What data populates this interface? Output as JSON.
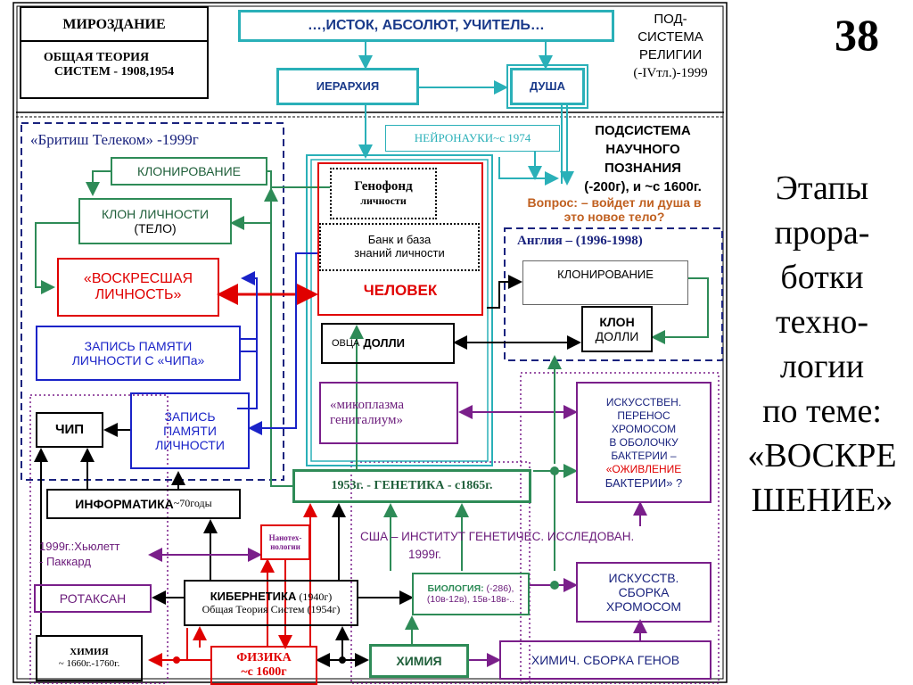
{
  "page_number": "38",
  "title_lines": [
    "Этапы",
    "прора-",
    "ботки",
    "техно-",
    "логии",
    "по теме:",
    "«ВОСКРЕ",
    "ШЕНИЕ»"
  ],
  "header": {
    "mirozdanie": "МИРОЗДАНИЕ",
    "general_theory_1": "ОБЩАЯ ТЕОРИЯ",
    "general_theory_2": "СИСТЕМ - 1908,1954",
    "source": "…,ИСТОК, АБСОЛЮТ, УЧИТЕЛЬ…",
    "hierarchy": "ИЕРАРХИЯ",
    "soul": "ДУША",
    "religion_1": "ПОД-",
    "religion_2": "СИСТЕМА",
    "religion_3": "РЕЛИГИИ",
    "religion_4": "(-IVтл.)-1999"
  },
  "science": {
    "neuro": "НЕЙРОНАУКИ~с 1974",
    "sub_1": "ПОДСИСТЕМА",
    "sub_2": "НАУЧНОГО",
    "sub_3": "ПОЗНАНИЯ",
    "sub_4": "(-200г), и ~с 1600г.",
    "question_1": "Вопрос: – войдет ли душа в",
    "question_2": "это новое тело?"
  },
  "british": {
    "title": "«Бритиш Телеком» -1999г",
    "cloning": "КЛОНИРОВАНИЕ",
    "clone_1": "КЛОН ЛИЧНОСТИ",
    "clone_2": "(ТЕЛО)",
    "resurrected_1": "«ВОСКРЕСШАЯ",
    "resurrected_2": "ЛИЧНОСТЬ»",
    "memory_1": "ЗАПИСЬ ПАМЯТИ",
    "memory_2": "ЛИЧНОСТИ С «ЧИПа»"
  },
  "center": {
    "genofond_1": "Генофонд",
    "genofond_2": "личности",
    "bank_1": "Банк и база",
    "bank_2": "знаний личности",
    "human": "ЧЕЛОВЕК",
    "dolly_sheep_prefix": "ОВЦА",
    "dolly_sheep_name": "ДОЛЛИ",
    "mycoplasma_1": "«микоплазма",
    "mycoplasma_2": "гениталиум»"
  },
  "england": {
    "title": "Англия – (1996-1998)",
    "cloning": "КЛОНИРОВАНИЕ",
    "clone_1": "КЛОН",
    "clone_2": "ДОЛЛИ"
  },
  "artificial": {
    "transfer_lines": [
      "ИСКУССТВЕН.",
      "ПЕРЕНОС",
      "ХРОМОСОМ",
      "В ОБОЛОЧКУ",
      "БАКТЕРИИ –",
      "«ОЖИВЛЕНИЕ",
      "БАКТЕРИИ» ?"
    ],
    "assembly_lines": [
      "ИСКУССТВ.",
      "СБОРКА",
      "ХРОМОСОМ"
    ],
    "chem_genes": "ХИМИЧ. СБОРКА ГЕНОВ"
  },
  "left": {
    "chip": "ЧИП",
    "memory_lines": [
      "ЗАПИСЬ",
      "ПАМЯТИ",
      "ЛИЧНОСТИ"
    ],
    "informatics": "ИНФОРМАТИКА",
    "informatics_years": "~70годы",
    "hp_1": "1999г.:Хьюлетт",
    "hp_2": "- Паккард",
    "rotaxane": "РОТАКСАН",
    "chemistry": "ХИМИЯ",
    "chemistry_years": "~ 1660г.-1760г."
  },
  "bottom": {
    "genetics": "1953г. - ГЕНЕТИКА - с1865г.",
    "usa_1": "США – ИНСТИТУТ ГЕНЕТИЧЕС. ИССЛЕДОВАН.",
    "usa_2": "1999г.",
    "nano_1": "Нанотех-",
    "nano_2": "нологии",
    "bio_label": "БИОЛОГИЯ:",
    "bio_1": "(-286),",
    "bio_2": "(10в-12в), 15в-18в-..",
    "cyber": "КИБЕРНЕТИКА",
    "cyber_year": "(1940г)",
    "cyber_2": "Общая Теория Систем (1954г)",
    "physics_1": "ФИЗИКА",
    "physics_2": "~с 1600г",
    "chemistry": "ХИМИЯ"
  },
  "colors": {
    "teal": "#2ab0b8",
    "green": "#2e8b57",
    "blue": "#1a23c8",
    "red": "#e00000",
    "purple": "#7a1f8a",
    "navy": "#1a237e"
  }
}
